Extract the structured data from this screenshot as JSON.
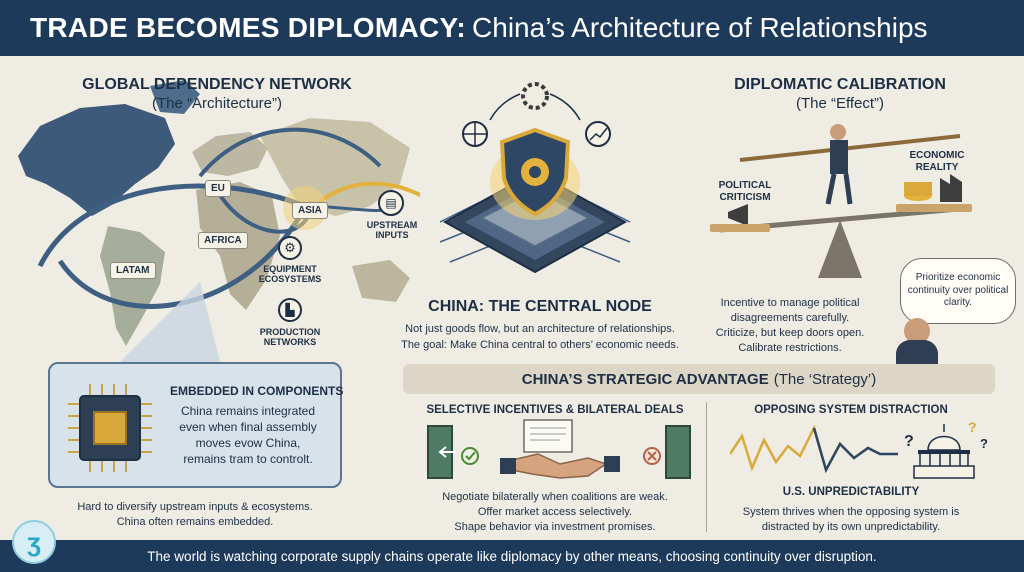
{
  "title": {
    "bold": "TRADE BECOMES DIPLOMACY:",
    "rest": "China’s Architecture of Relationships"
  },
  "network": {
    "title": "GLOBAL DEPENDENCY NETWORK",
    "subtitle": "(The “Architecture”)",
    "regions": {
      "eu": "EU",
      "asia": "ASIA",
      "africa": "AFRICA",
      "latam": "LATAM"
    },
    "nodes": {
      "upstream": "UPSTREAM\nINPUTS",
      "equipment": "EQUIPMENT\nECOSYSTEMS",
      "production": "PRODUCTION\nNETWORKS"
    }
  },
  "center": {
    "title": "CHINA: THE CENTRAL NODE",
    "line1": "Not just goods flow, but an architecture of relationships.",
    "line2": "The goal: Make China central to others’ economic needs."
  },
  "calibration": {
    "title": "DIPLOMATIC CALIBRATION",
    "subtitle": "(The “Effect”)",
    "left_label": "POLITICAL\nCRITICISM",
    "right_label": "ECONOMIC\nREALITY",
    "line1": "Incentive to manage political",
    "line2": "disagreements carefully.",
    "line3": "Criticize, but keep doors open.",
    "line4": "Calibrate restrictions.",
    "bubble": "Prioritize economic continuity over political clarity."
  },
  "embedded": {
    "title": "EMBEDDED IN COMPONENTS",
    "line1": "China remains integrated",
    "line2": "even when final assembly",
    "line3": "moves evow China,",
    "line4": "remains tram to controlt.",
    "note1": "Hard to diversify upstream inputs & ecosystems.",
    "note2": "China often remains embedded."
  },
  "strategy": {
    "title_bold": "CHINA’S STRATEGIC ADVANTAGE",
    "title_rest": "(The ‘Strategy’)",
    "left_title": "SELECTIVE INCENTIVES & BILATERAL DEALS",
    "left_line1": "Negotiate bilaterally when coalitions are weak.",
    "left_line2": "Offer market access selectively.",
    "left_line3": "Shape behavior via investment promises.",
    "right_title": "OPPOSING SYSTEM DISTRACTION",
    "right_label": "U.S. UNPREDICTABILITY",
    "right_line1": "System thrives when the opposing system is",
    "right_line2": "distracted by its own unpredictability."
  },
  "footer": "The world is watching corporate supply chains operate like diplomacy by other means, choosing continuity over disruption.",
  "colors": {
    "navy": "#1d3a5b",
    "gold": "#e2b23c",
    "steel": "#3e5f82",
    "paper": "#efece3"
  }
}
